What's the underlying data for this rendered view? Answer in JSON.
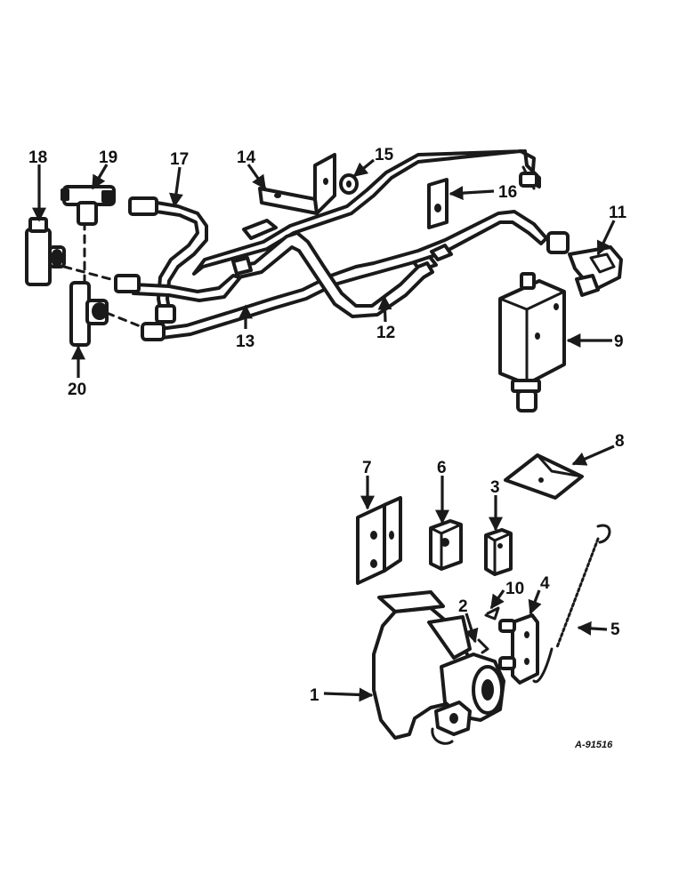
{
  "diagram": {
    "reference_code": "A-91516",
    "callouts": {
      "c1": "1",
      "c2": "2",
      "c3": "3",
      "c4": "4",
      "c5": "5",
      "c6": "6",
      "c7": "7",
      "c8": "8",
      "c9": "9",
      "c10": "10",
      "c11": "11",
      "c12": "12",
      "c13": "13",
      "c14": "14",
      "c15": "15",
      "c16": "16",
      "c17": "17",
      "c18": "18",
      "c19": "19",
      "c20": "20"
    }
  }
}
